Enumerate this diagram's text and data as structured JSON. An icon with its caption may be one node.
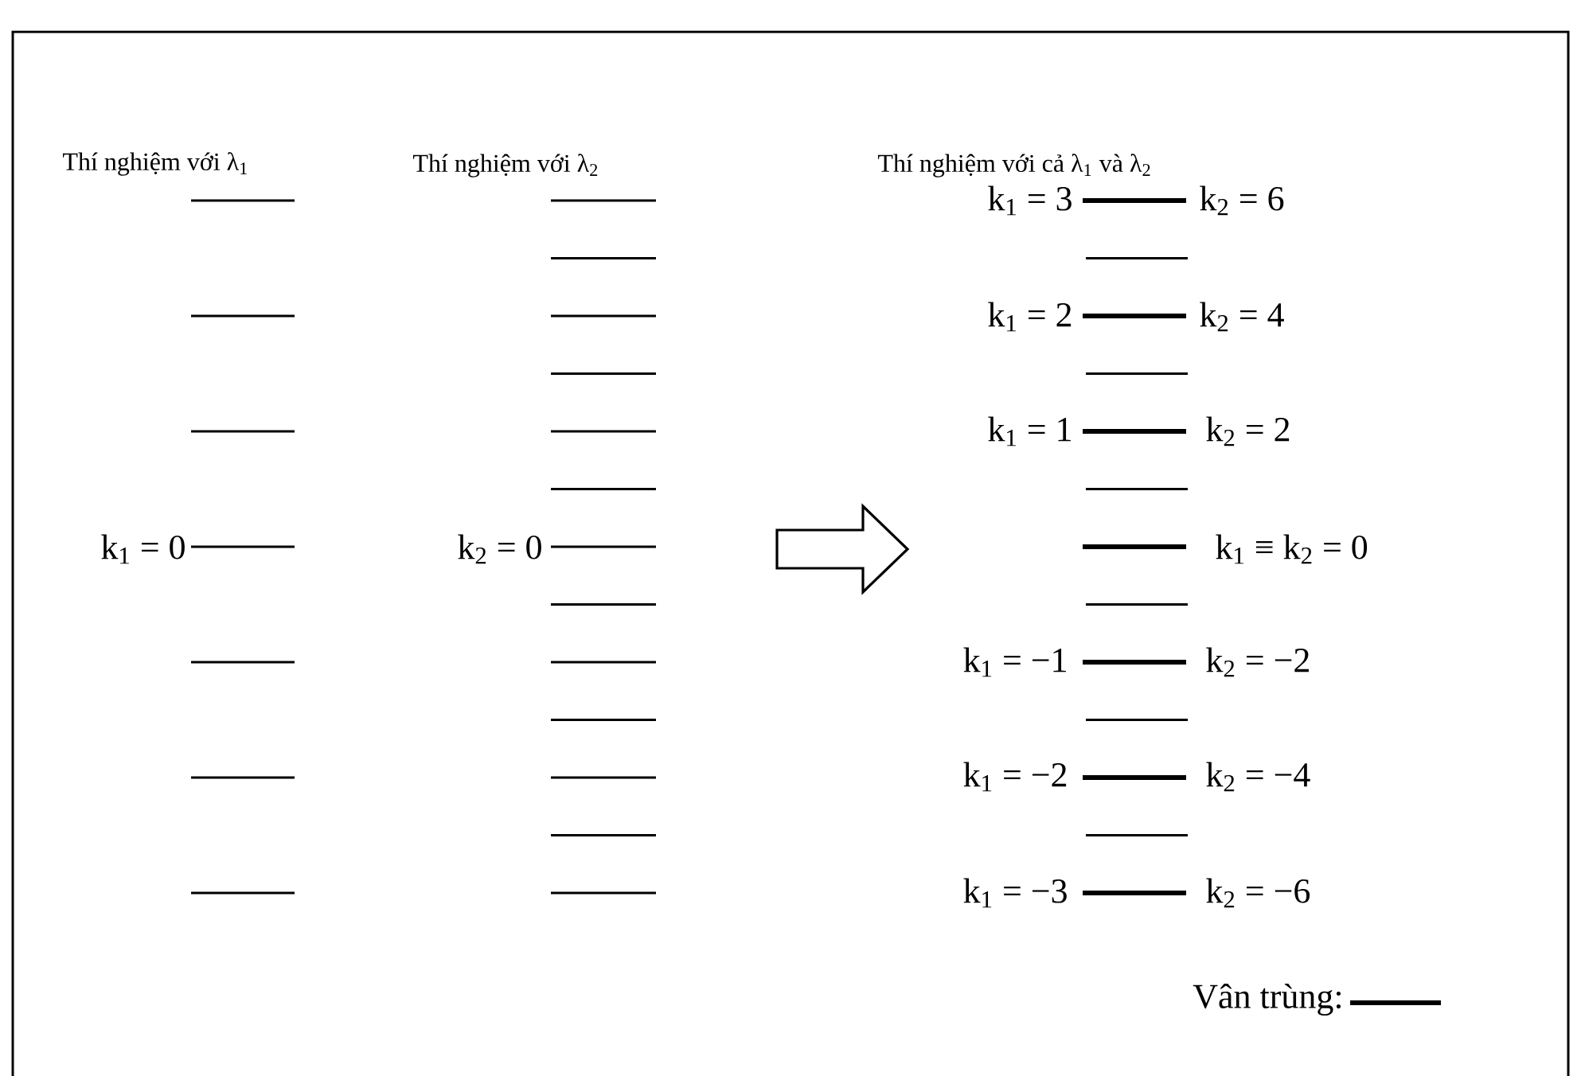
{
  "diagram": {
    "labels": [
      "Thí nghiệm với λ$_{1}$",
      "Thí nghiệm với λ$_{2}$",
      "Thí nghiệm với cả λ$_{1}$ và  λ$_{2}$",
      "k$_{1}$ = 3",
      "k$_{2}$ = 6",
      "k$_{1}$ = 2",
      "k$_{2}$ = 4",
      "k$_{1}$ = 1",
      "k$_{2}$ = 2",
      "k$_{1}$ = 0",
      "k$_{2}$ = 0",
      "k$_{1}$ ≡ k$_{2}$ = 0",
      "k$_{1}$ = −1",
      "k$_{2}$ = −2",
      "k$_{1}$ = −2",
      "k$_{2}$ = −4",
      "k$_{1}$ = −3",
      "k$_{2}$ = −6"
    ],
    "legend": [
      {
        "text": "Vân trùng:"
      }
    ]
  }
}
